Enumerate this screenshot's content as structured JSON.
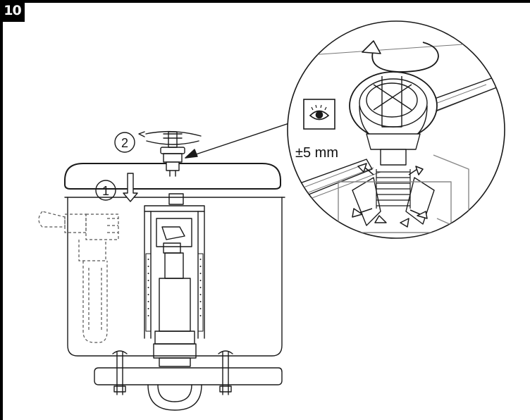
{
  "step": {
    "number": "10"
  },
  "callouts": {
    "one": "1",
    "two": "2"
  },
  "detail": {
    "tolerance": "±5 mm",
    "icon": "eye-icon"
  },
  "colors": {
    "line": "#1a1a1a",
    "dashed": "#555555",
    "badge": "#000000"
  }
}
